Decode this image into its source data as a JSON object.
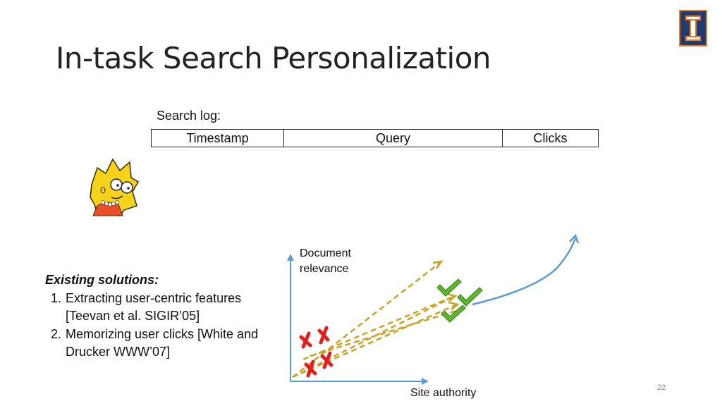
{
  "slide": {
    "title": "In-task Search Personalization",
    "page_number": "22",
    "logo_icon": "university-logo-icon"
  },
  "search_log": {
    "label": "Search log:",
    "columns": [
      "Timestamp",
      "Query",
      "Clicks"
    ]
  },
  "existing_solutions": {
    "heading": "Existing solutions:",
    "items": [
      "Extracting user-centric features [Teevan et al. SIGIR’05]",
      "Memorizing user clicks [White and Drucker WWW’07]"
    ]
  },
  "diagram": {
    "y_axis_label": "Document relevance",
    "x_axis_label": "Site authority",
    "colors": {
      "axis": "#5b9bd5",
      "arrows": "#c9a227",
      "cross": "#e0201c",
      "check": "#5cb82e",
      "curve": "#5b9bd5"
    },
    "icons": [
      "cross-icon",
      "check-icon",
      "cartoon-character-image"
    ]
  }
}
